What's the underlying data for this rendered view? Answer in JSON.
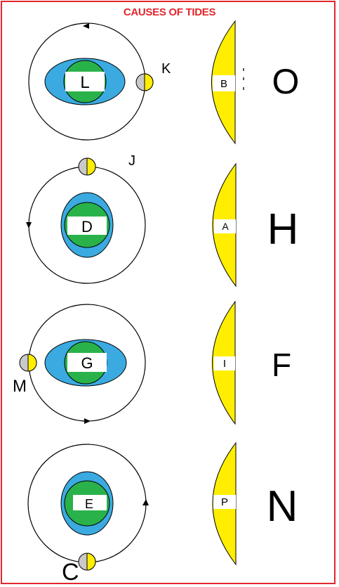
{
  "title": "CAUSES OF TIDES",
  "colors": {
    "frame": "#e3262d",
    "ocean": "#3aaae0",
    "land": "#2ab24a",
    "moon_lit": "#ffee00",
    "moon_dark": "#c9c9c9",
    "tidal_bulge": "#ffee00"
  },
  "panels": [
    {
      "earth_label": "L",
      "moon_label": "K",
      "bulge_label": "B",
      "tide_label": "O"
    },
    {
      "earth_label": "D",
      "moon_label": "J",
      "bulge_label": "A",
      "tide_label": "H"
    },
    {
      "earth_label": "G",
      "moon_label": "M",
      "bulge_label": "I",
      "tide_label": "F"
    },
    {
      "earth_label": "E",
      "moon_label": "C",
      "bulge_label": "P",
      "tide_label": "N"
    }
  ]
}
